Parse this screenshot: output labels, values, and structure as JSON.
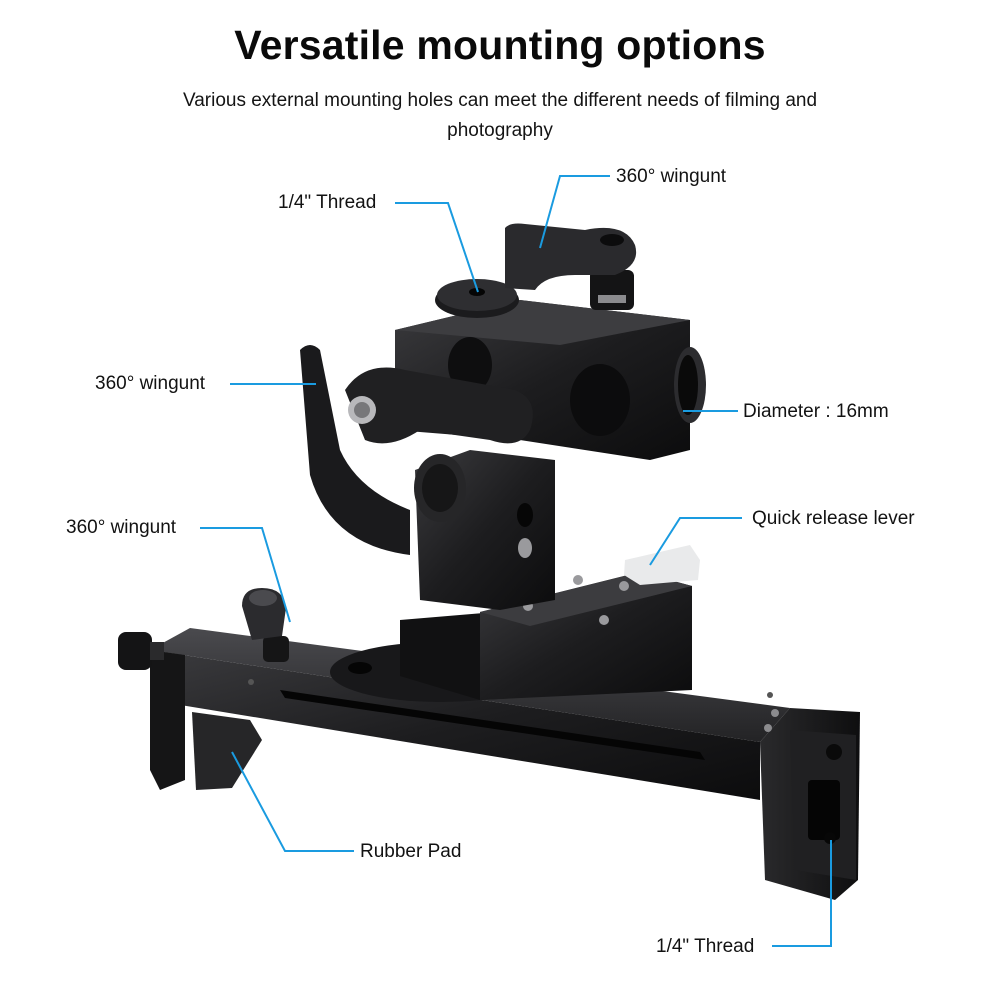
{
  "header": {
    "title": "Versatile mounting options",
    "subtitle": "Various external mounting holes can meet the different needs of filming and photography"
  },
  "callouts": [
    {
      "id": "thread-top",
      "text": "1/4\" Thread"
    },
    {
      "id": "wingnut-top",
      "text": "360° wingunt"
    },
    {
      "id": "wingnut-left",
      "text": "360° wingunt"
    },
    {
      "id": "diameter",
      "text": "Diameter : 16mm"
    },
    {
      "id": "quick-release",
      "text": "Quick release lever"
    },
    {
      "id": "wingnut-lower",
      "text": "360° wingunt"
    },
    {
      "id": "rubber-pad",
      "text": "Rubber Pad"
    },
    {
      "id": "thread-bottom",
      "text": "1/4\" Thread"
    }
  ],
  "colors": {
    "leader_line": "#1a9be0",
    "product_body": "#1c1c1e",
    "product_highlight": "#3a3a3d",
    "lever": "#e9eaeb",
    "background": "#ffffff"
  }
}
